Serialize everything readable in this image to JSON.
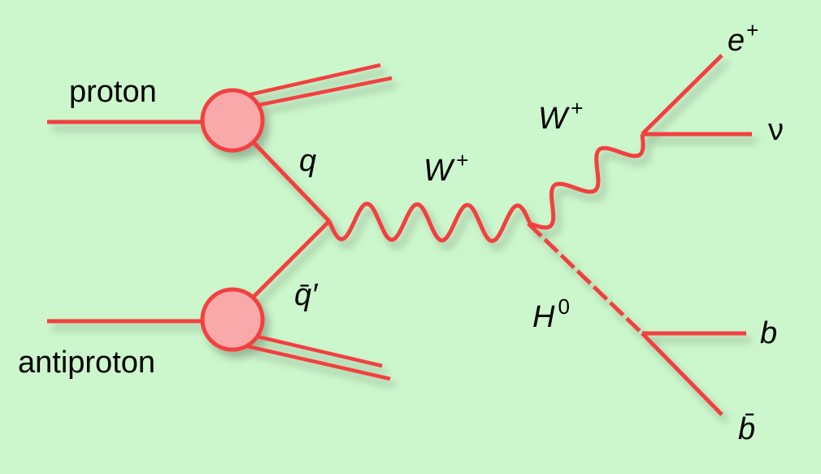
{
  "labels": {
    "proton": "proton",
    "antiproton": "antiproton",
    "q": "q",
    "qbar_prime": "q̄′",
    "w_mid_base": "W",
    "w_mid_sup": "+",
    "w_top_base": "W",
    "w_top_sup": "+",
    "higgs_base": "H",
    "higgs_sup": "0",
    "positron_base": "e",
    "positron_sup": "+",
    "neutrino": "ν",
    "b": "b",
    "bbar": "b̄"
  },
  "colors": {
    "background": "#ccf7cc",
    "line": "#f2403f",
    "blob_fill": "#f9a9a9"
  }
}
